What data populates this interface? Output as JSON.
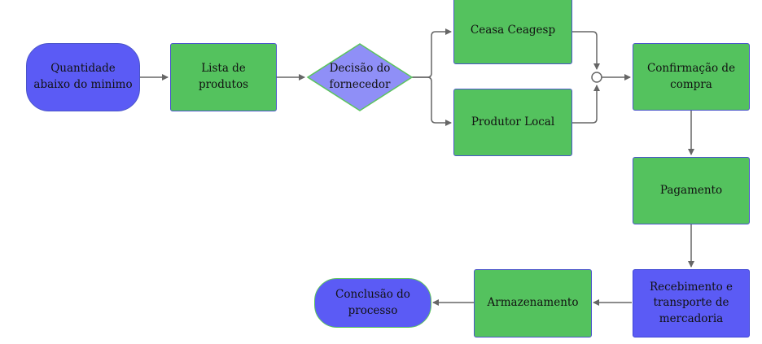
{
  "diagram": {
    "nodes": {
      "start": "Quantidade abaixo do minimo",
      "lista": "Lista de produtos",
      "decisao": "Decisão do fornecedor",
      "ceasa": "Ceasa Ceagesp",
      "produtor": "Produtor Local",
      "confirmacao": "Confirmação de compra",
      "pagamento": "Pagamento",
      "recebimento": "Recebimento e transporte de mercadoria",
      "armazenamento": "Armazenamento",
      "conclusao": "Conclusão do processo"
    },
    "colors": {
      "green": "#54c25e",
      "blue": "#5b5bf5",
      "diamond": "#8f8ff7",
      "connector": "#666666"
    }
  }
}
